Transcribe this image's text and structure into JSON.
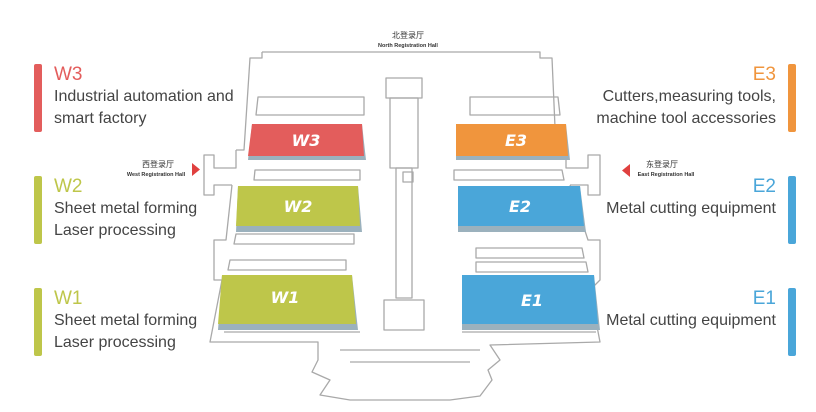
{
  "colors": {
    "w3": "#e35d5c",
    "green": "#bec64a",
    "e3": "#f0953d",
    "blue": "#4aa6d9",
    "arrow": "#e0403f"
  },
  "registration": {
    "north": {
      "cn": "北登录厅",
      "en": "North Registration Hall"
    },
    "west": {
      "cn": "西登录厅",
      "en": "West Registration Hall"
    },
    "east": {
      "cn": "东登录厅",
      "en": "East Registration Hall"
    }
  },
  "halls": {
    "w3": "W3",
    "w2": "W2",
    "w1": "W1",
    "e3": "E3",
    "e2": "E2",
    "e1": "E1"
  },
  "legend": {
    "w3": {
      "code": "W3",
      "lines": [
        "Industrial automation and",
        "smart factory"
      ]
    },
    "w2": {
      "code": "W2",
      "lines": [
        "Sheet metal forming",
        "Laser processing"
      ]
    },
    "w1": {
      "code": "W1",
      "lines": [
        "Sheet metal forming",
        "Laser processing"
      ]
    },
    "e3": {
      "code": "E3",
      "lines": [
        "Cutters,measuring tools,",
        "machine tool accessories"
      ]
    },
    "e2": {
      "code": "E2",
      "lines": [
        "Metal cutting equipment"
      ]
    },
    "e1": {
      "code": "E1",
      "lines": [
        "Metal cutting equipment"
      ]
    }
  }
}
